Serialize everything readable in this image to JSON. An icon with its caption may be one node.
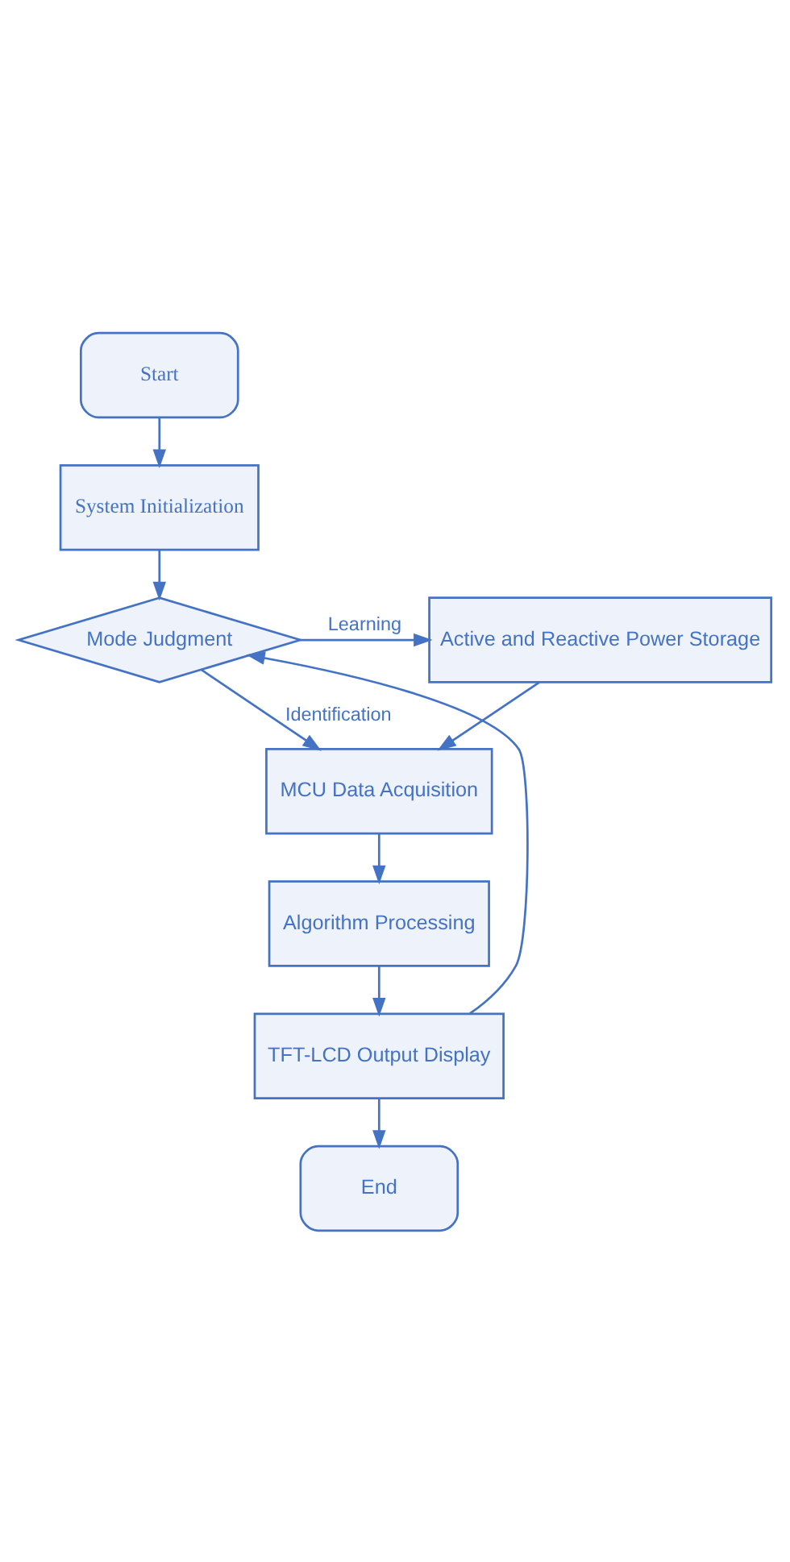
{
  "diagram": {
    "nodes": [
      {
        "text": [
          "Start"
        ]
      },
      {
        "text": [
          "System Initialization"
        ]
      },
      {
        "text": [
          "Mode Judgment"
        ]
      },
      {
        "text": [
          "Active and Reactive Power Storage"
        ]
      },
      {
        "text": [
          "MCU Data Acquisition"
        ]
      },
      {
        "text": [
          "Algorithm Processing"
        ]
      },
      {
        "text": [
          "TFT-LCD Output Display"
        ]
      },
      {
        "text": [
          "End"
        ]
      }
    ],
    "edges": [
      {
        "from": 0,
        "to": 1,
        "arrow": "to"
      },
      {
        "from": 1,
        "to": 2,
        "arrow": "to"
      },
      {
        "from": 2,
        "to": 3,
        "arrow": "to",
        "label": "Learning"
      },
      {
        "from": 2,
        "to": 4,
        "arrow": "to",
        "label": "Identification"
      },
      {
        "from": 3,
        "to": 4,
        "arrow": "to"
      },
      {
        "from": 4,
        "to": 5,
        "arrow": "to"
      },
      {
        "from": 5,
        "to": 6,
        "arrow": "to"
      },
      {
        "from": 6,
        "to": 2,
        "arrow": "to"
      },
      {
        "from": 6,
        "to": 7,
        "arrow": "to"
      }
    ]
  }
}
